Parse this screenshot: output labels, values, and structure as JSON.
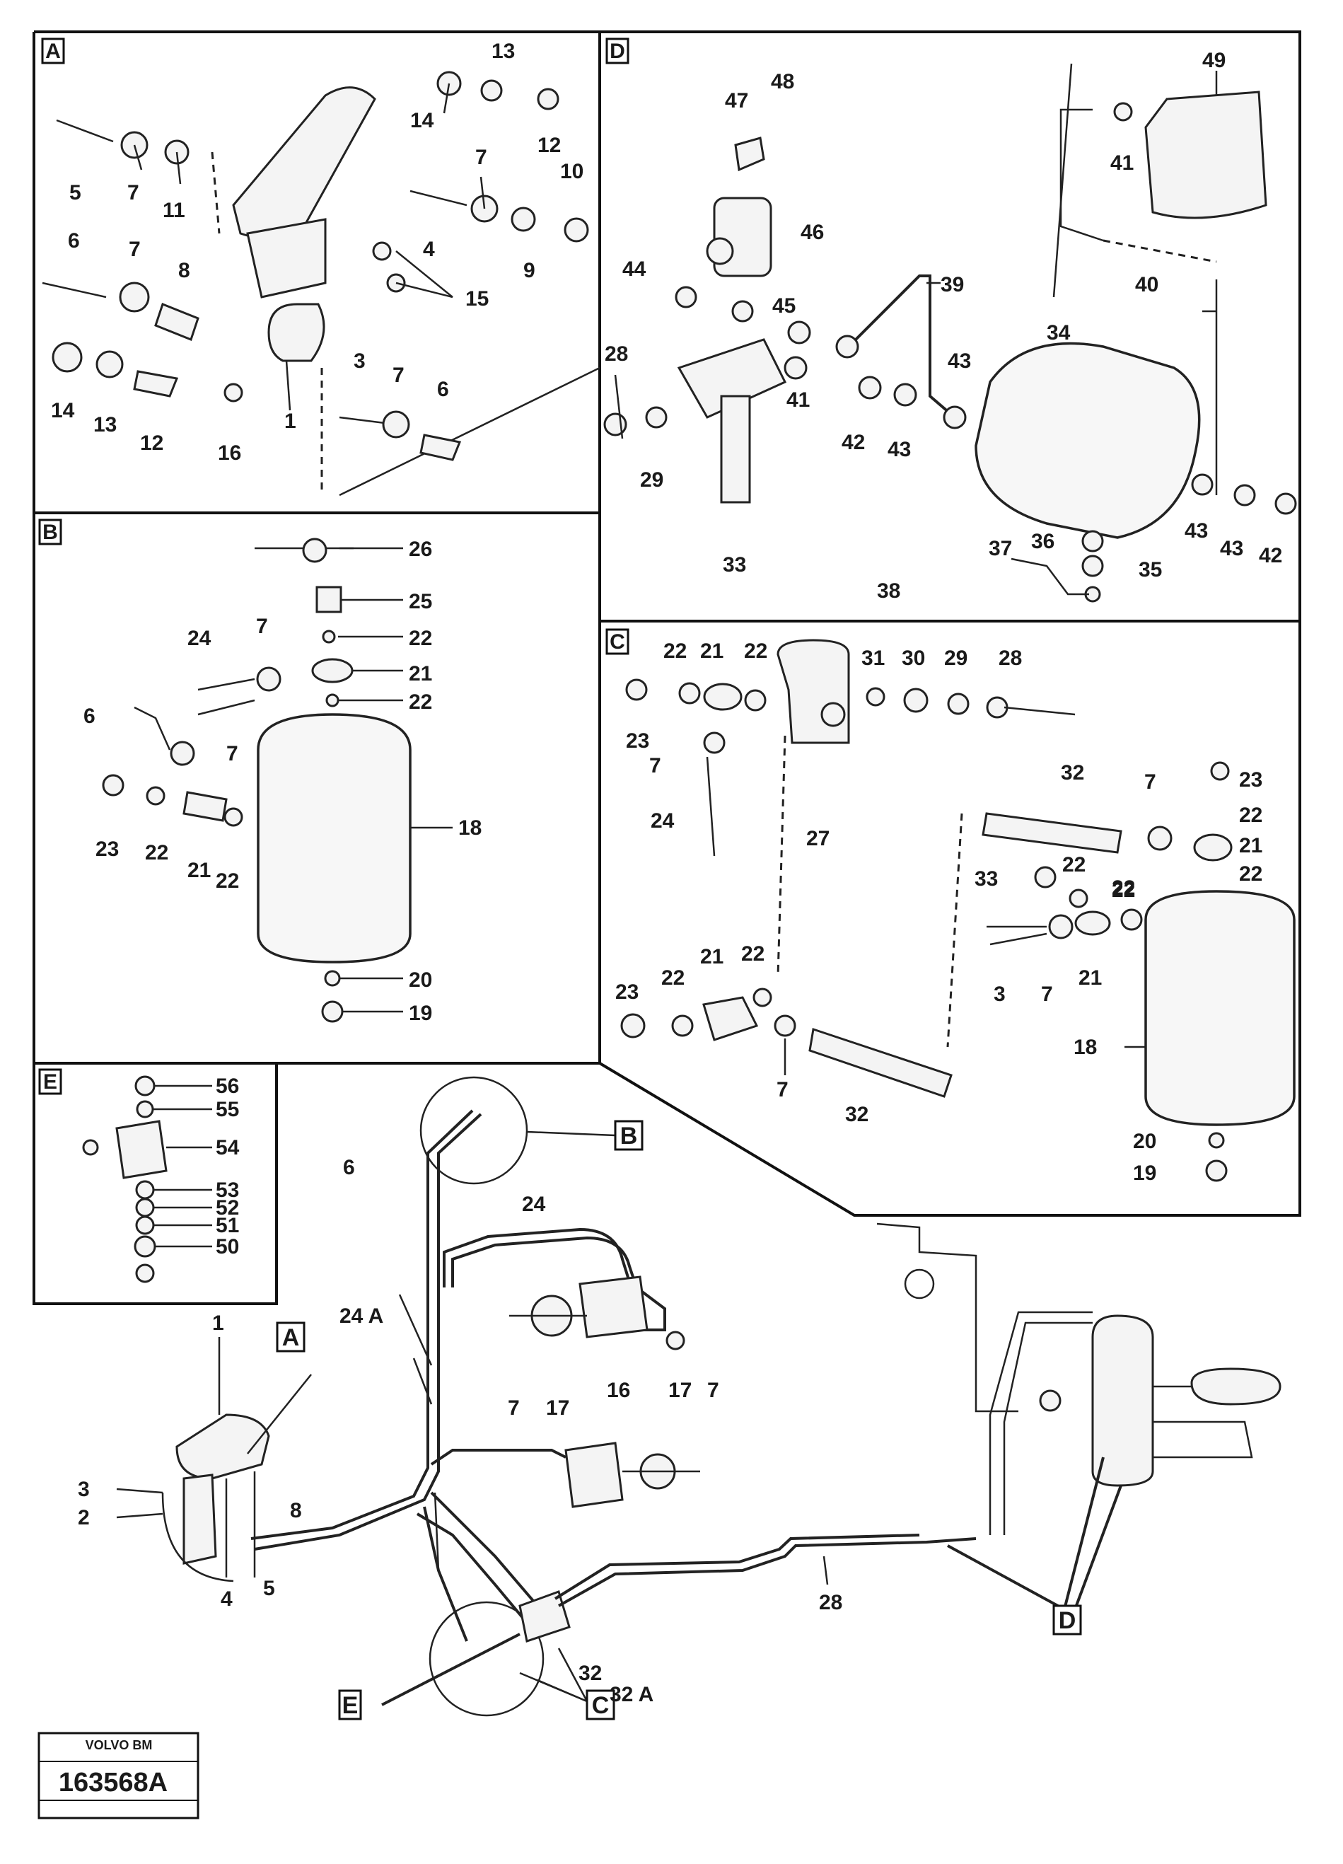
{
  "sections": {
    "A": {
      "tag": "A",
      "labels": [
        "13",
        "14",
        "12",
        "5",
        "7",
        "11",
        "7",
        "10",
        "4",
        "9",
        "6",
        "7",
        "8",
        "15",
        "14",
        "13",
        "12",
        "1",
        "16",
        "3",
        "7",
        "6"
      ]
    },
    "D": {
      "tag": "D",
      "labels": [
        "47",
        "48",
        "49",
        "46",
        "41",
        "44",
        "45",
        "39",
        "40",
        "28",
        "34",
        "41",
        "43",
        "42",
        "43",
        "29",
        "33",
        "43",
        "43",
        "42",
        "37",
        "36",
        "35",
        "38"
      ]
    },
    "B": {
      "tag": "B",
      "labels": [
        "26",
        "25",
        "24",
        "7",
        "22",
        "21",
        "22",
        "6",
        "7",
        "18",
        "23",
        "22",
        "21",
        "22",
        "20",
        "19"
      ]
    },
    "C": {
      "tag": "C",
      "labels": [
        "22",
        "21",
        "22",
        "31",
        "30",
        "29",
        "28",
        "23",
        "7",
        "24",
        "27",
        "32",
        "7",
        "23",
        "22",
        "21",
        "22",
        "33",
        "22",
        "22",
        "22",
        "3",
        "7",
        "21",
        "21",
        "22",
        "23",
        "22",
        "7",
        "32",
        "18",
        "20",
        "19"
      ]
    },
    "E": {
      "tag": "E",
      "labels": [
        "56",
        "55",
        "54",
        "53",
        "52",
        "51",
        "50"
      ]
    },
    "main": {
      "callouts": [
        "B",
        "A",
        "C",
        "D",
        "E"
      ],
      "labels": [
        "6",
        "24",
        "24 A",
        "1",
        "16",
        "17",
        "7",
        "7",
        "17",
        "3",
        "2",
        "8",
        "4",
        "5",
        "28",
        "32",
        "32 A"
      ]
    }
  },
  "stamp": {
    "line1": "VOLVO BM",
    "line2": "",
    "number": "163568A",
    "line3": ""
  }
}
